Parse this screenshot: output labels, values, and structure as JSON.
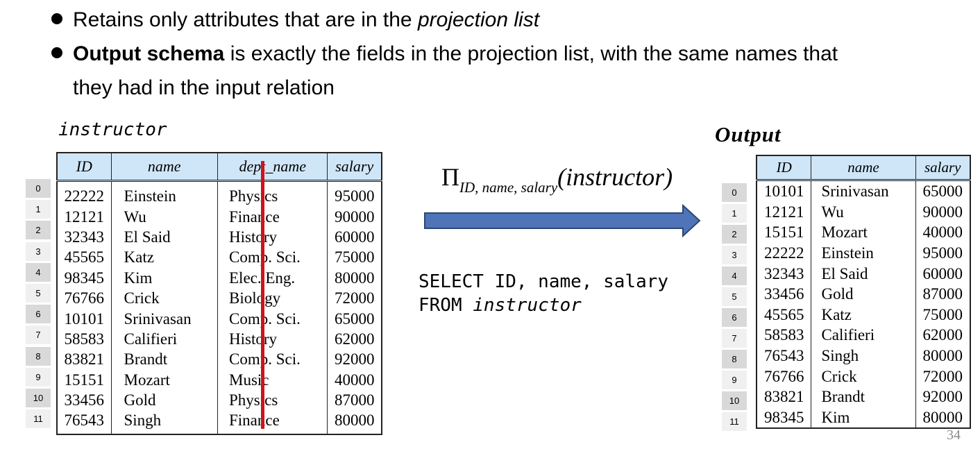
{
  "bullets": [
    {
      "plain1": "Retains only attributes that are in the ",
      "italic": "projection list"
    },
    {
      "bold": "Output schema",
      "plain1": " is exactly the fields in the projection list, with the same names that",
      "plain2": "they had in the input relation"
    }
  ],
  "left_title": "instructor",
  "right_title": "Output",
  "left_table": {
    "headers": [
      "ID",
      "name",
      "dept_name",
      "salary"
    ],
    "rows": [
      [
        "22222",
        "Einstein",
        "Physics",
        "95000"
      ],
      [
        "12121",
        "Wu",
        "Finance",
        "90000"
      ],
      [
        "32343",
        "El Said",
        "History",
        "60000"
      ],
      [
        "45565",
        "Katz",
        "Comp. Sci.",
        "75000"
      ],
      [
        "98345",
        "Kim",
        "Elec. Eng.",
        "80000"
      ],
      [
        "76766",
        "Crick",
        "Biology",
        "72000"
      ],
      [
        "10101",
        "Srinivasan",
        "Comp. Sci.",
        "65000"
      ],
      [
        "58583",
        "Califieri",
        "History",
        "62000"
      ],
      [
        "83821",
        "Brandt",
        "Comp. Sci.",
        "92000"
      ],
      [
        "15151",
        "Mozart",
        "Music",
        "40000"
      ],
      [
        "33456",
        "Gold",
        "Physics",
        "87000"
      ],
      [
        "76543",
        "Singh",
        "Finance",
        "80000"
      ]
    ]
  },
  "right_table": {
    "headers": [
      "ID",
      "name",
      "salary"
    ],
    "rows": [
      [
        "10101",
        "Srinivasan",
        "65000"
      ],
      [
        "12121",
        "Wu",
        "90000"
      ],
      [
        "15151",
        "Mozart",
        "40000"
      ],
      [
        "22222",
        "Einstein",
        "95000"
      ],
      [
        "32343",
        "El Said",
        "60000"
      ],
      [
        "33456",
        "Gold",
        "87000"
      ],
      [
        "45565",
        "Katz",
        "75000"
      ],
      [
        "58583",
        "Califieri",
        "62000"
      ],
      [
        "76543",
        "Singh",
        "80000"
      ],
      [
        "76766",
        "Crick",
        "72000"
      ],
      [
        "83821",
        "Brandt",
        "92000"
      ],
      [
        "98345",
        "Kim",
        "80000"
      ]
    ]
  },
  "row_indices": [
    "0",
    "1",
    "2",
    "3",
    "4",
    "5",
    "6",
    "7",
    "8",
    "9",
    "10",
    "11"
  ],
  "expression": {
    "pi": "Π",
    "subscript": "ID, name, salary",
    "argument": "(instructor)"
  },
  "sql": {
    "line1": "SELECT ID, name, salary",
    "line2_keyword": "FROM ",
    "line2_table": "instructor"
  },
  "page_number": "34",
  "colors": {
    "header_fill": "#cfe6f8",
    "strike_line": "#d0121e",
    "arrow_fill": "#4f74b8",
    "arrow_stroke": "#2b4675"
  }
}
